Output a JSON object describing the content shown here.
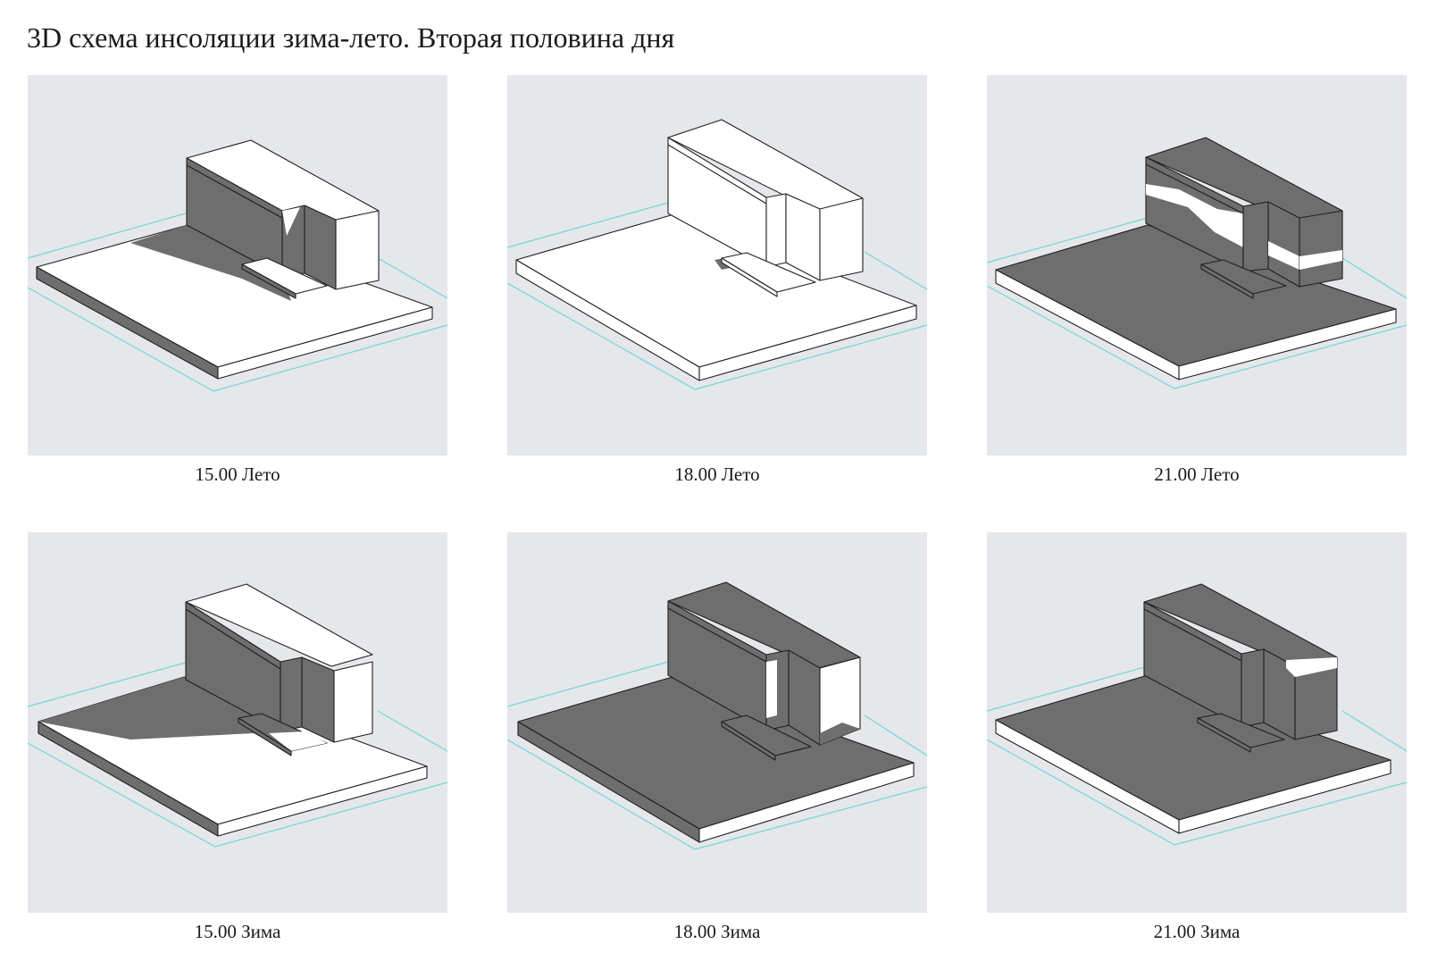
{
  "title": "3D схема инсоляции зима-лето. Вторая половина дня",
  "colors": {
    "panel_background": "#e5e7ea",
    "lit_surface": "#ffffff",
    "shadow": "#6e6e6e",
    "edge": "#1f1f1f",
    "guide_lines": "#6fd8dc"
  },
  "panels": [
    {
      "caption": "15.00 Лето"
    },
    {
      "caption": "18.00 Лето"
    },
    {
      "caption": "21.00 Лето"
    },
    {
      "caption": "15.00 Зима"
    },
    {
      "caption": "18.00 Зима"
    },
    {
      "caption": "21.00 Зима"
    }
  ]
}
